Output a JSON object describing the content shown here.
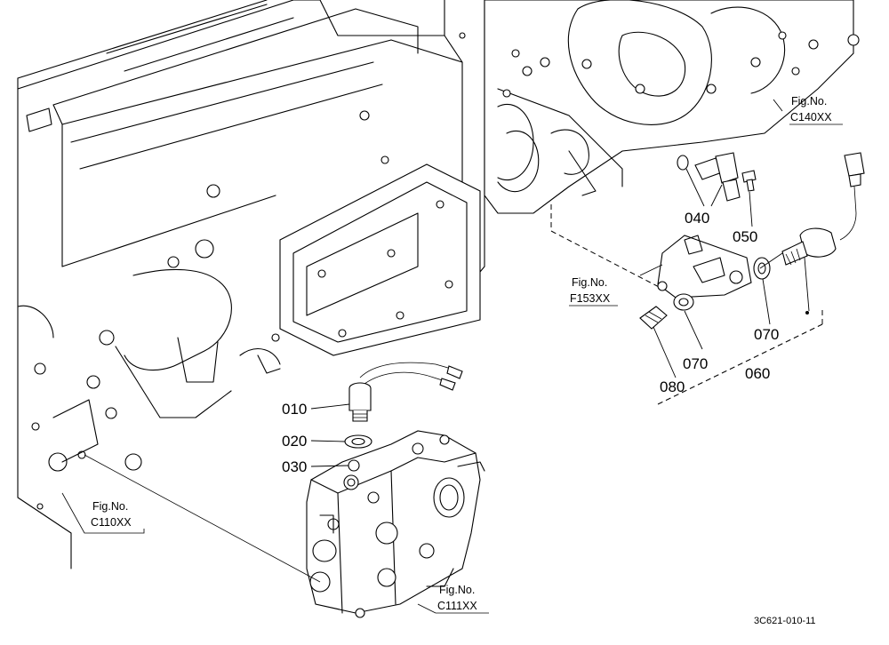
{
  "parts": [
    {
      "id": "p010",
      "number": "010"
    },
    {
      "id": "p020",
      "number": "020"
    },
    {
      "id": "p030",
      "number": "030"
    },
    {
      "id": "p040",
      "number": "040"
    },
    {
      "id": "p050",
      "number": "050"
    },
    {
      "id": "p060",
      "number": "060"
    },
    {
      "id": "p070a",
      "number": "070"
    },
    {
      "id": "p070b",
      "number": "070"
    },
    {
      "id": "p080",
      "number": "080"
    }
  ],
  "figure_refs": [
    {
      "id": "c140",
      "label": "Fig.No.",
      "code": "C140XX"
    },
    {
      "id": "f153",
      "label": "Fig.No.",
      "code": "F153XX"
    },
    {
      "id": "c110",
      "label": "Fig.No.",
      "code": "C110XX"
    },
    {
      "id": "c111",
      "label": "Fig.No.",
      "code": "C111XX"
    }
  ],
  "drawing_code": "3C621-010-11"
}
